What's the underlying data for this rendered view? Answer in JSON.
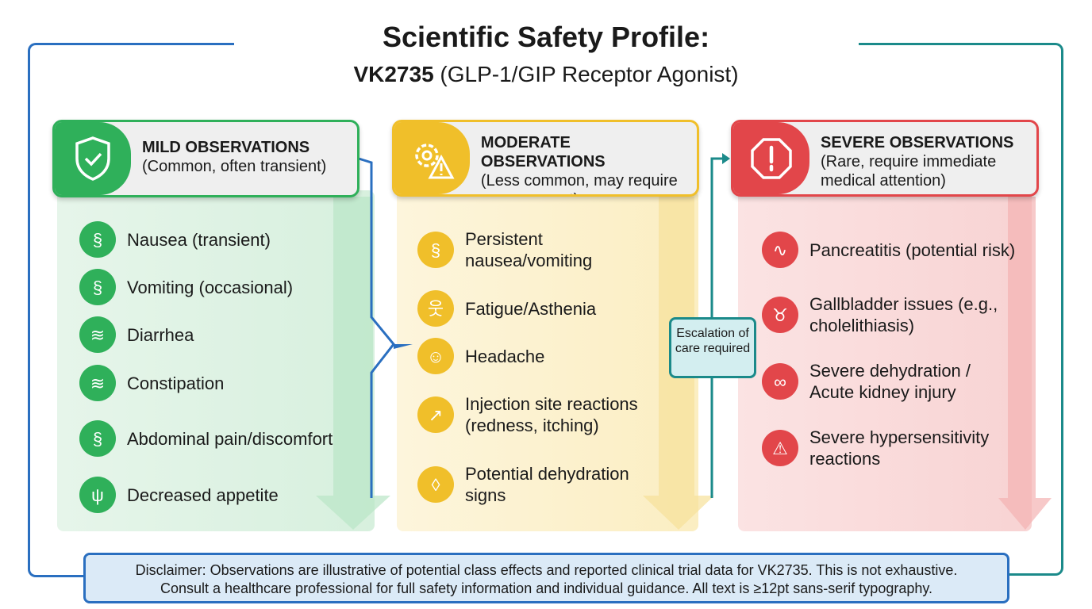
{
  "title": "Scientific Safety Profile:",
  "subtitle_bold": "VK2735",
  "subtitle_rest": " (GLP-1/GIP Receptor Agonist)",
  "columns": [
    {
      "title": "MILD OBSERVATIONS",
      "subtitle": "(Common, often transient)",
      "icon": "shield-check-icon",
      "color": "#2fb05a",
      "items": [
        {
          "label": "Nausea (transient)",
          "icon": "stomach-icon"
        },
        {
          "label": "Vomiting (occasional)",
          "icon": "stomach-icon"
        },
        {
          "label": "Diarrhea",
          "icon": "intestine-icon"
        },
        {
          "label": "Constipation",
          "icon": "intestine-icon"
        },
        {
          "label": "Abdominal pain/discomfort",
          "icon": "stomach-pain-icon"
        },
        {
          "label": "Decreased appetite",
          "icon": "fork-knife-icon"
        }
      ]
    },
    {
      "title": "MODERATE OBSERVATIONS",
      "subtitle": "(Less common, may require management)",
      "icon": "gear-warning-icon",
      "color": "#f0bf2a",
      "items": [
        {
          "label": "Persistent nausea/vomiting",
          "icon": "stomach-icon"
        },
        {
          "label": "Fatigue/Asthenia",
          "icon": "person-icon"
        },
        {
          "label": "Headache",
          "icon": "head-icon"
        },
        {
          "label": "Injection site reactions (redness, itching)",
          "icon": "syringe-icon"
        },
        {
          "label": "Potential dehydration signs",
          "icon": "droplet-icon"
        }
      ]
    },
    {
      "title": "SEVERE OBSERVATIONS",
      "subtitle": "(Rare, require immediate medical attention)",
      "icon": "alert-octagon-icon",
      "color": "#e2464a",
      "items": [
        {
          "label": "Pancreatitis (potential risk)",
          "icon": "pancreas-icon"
        },
        {
          "label": "Gallbladder issues (e.g., cholelithiasis)",
          "icon": "gallbladder-icon"
        },
        {
          "label": "Severe dehydration / Acute kidney injury",
          "icon": "kidney-icon"
        },
        {
          "label": "Severe hypersensitivity reactions",
          "icon": "warning-icon"
        }
      ]
    }
  ],
  "escalation": "Escalation of care required",
  "disclaimer_line1": "Disclaimer: Observations are illustrative of potential class effects and reported clinical trial data for VK2735. This is not exhaustive.",
  "disclaimer_line2": "Consult a healthcare professional for full safety information and individual guidance. All text is ≥12pt sans-serif typography."
}
